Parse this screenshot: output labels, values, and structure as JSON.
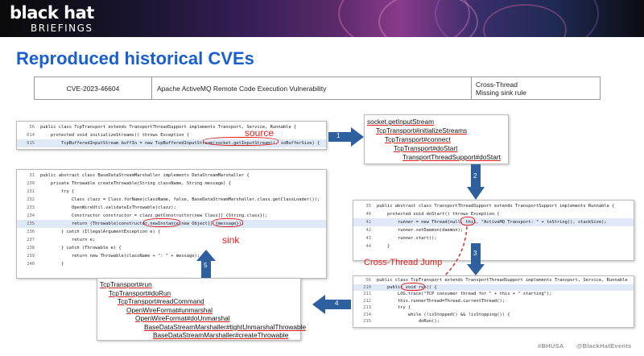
{
  "header": {
    "logo_line1": "black hat",
    "logo_line2": "BRIEFINGS"
  },
  "title": "Reproduced historical CVEs",
  "cve_table": {
    "id": "CVE-2023-46604",
    "description": "Apache ActiveMQ Remote Code Execution Vulnerability",
    "tag_line1": "Cross-Thread",
    "tag_line2": "Missing sink rule"
  },
  "labels": {
    "source": "source",
    "sink": "sink",
    "cross_thread": "Cross-Thread Jump"
  },
  "steps": [
    "1",
    "2",
    "3",
    "4",
    "5"
  ],
  "snippet1": {
    "lines": [
      {
        "n": "56",
        "t": "public class TcpTransport extends TransportThreadSupport implements Transport, Service, Runnable {"
      },
      {
        "n": "614",
        "t": "    protected void initializeStreams() throws Exception {"
      },
      {
        "n": "615",
        "t": "        TcpBufferedInputStream buffIn = new TcpBufferedInputStream(socket.getInputStream(), ioBufferSize) {"
      }
    ]
  },
  "snippet2": {
    "lines": [
      {
        "n": "31",
        "t": "public abstract class BaseDataStreamMarshaller implements DataStreamMarshaller {"
      },
      {
        "n": "230",
        "t": "    private Throwable createThrowable(String className, String message) {"
      },
      {
        "n": "231",
        "t": "        try {"
      },
      {
        "n": "232",
        "t": "            Class clazz = Class.forName(className, false, BaseDataStreamMarshaller.class.getClassLoader());"
      },
      {
        "n": "233",
        "t": "            OpenWireUtil.validateIsThrowable(clazz);"
      },
      {
        "n": "234",
        "t": "            Constructor constructor = clazz.getConstructor(new Class[] {String.class});"
      },
      {
        "n": "235",
        "t": "            return (Throwable)constructor.newInstance(new Object[] {message});"
      },
      {
        "n": "236",
        "t": "        } catch (IllegalArgumentException e) {"
      },
      {
        "n": "237",
        "t": "            return e;"
      },
      {
        "n": "238",
        "t": "        } catch (Throwable e) {"
      },
      {
        "n": "239",
        "t": "            return new Throwable(className + \": \" + message);"
      },
      {
        "n": "240",
        "t": "        }"
      }
    ]
  },
  "snippet3": {
    "lines": [
      {
        "n": "35",
        "t": "public abstract class TransportThreadSupport extends TransportSupport implements Runnable {"
      },
      {
        "n": "40",
        "t": "    protected void doStart() throws Exception {"
      },
      {
        "n": "41",
        "t": "        runner = new Thread(null, this, \"ActiveMQ Transport: \" + toString(), stackSize);"
      },
      {
        "n": "42",
        "t": "        runner.setDaemon(daemon);"
      },
      {
        "n": "43",
        "t": "        runner.start();"
      },
      {
        "n": "44",
        "t": "    }"
      }
    ]
  },
  "snippet4": {
    "lines": [
      {
        "n": "56",
        "t": "public class TcpTransport extends TransportThreadSupport implements Transport, Service, Runnable"
      },
      {
        "n": "210",
        "t": "    public void run() {"
      },
      {
        "n": "211",
        "t": "        LOG.trace(\"TCP consumer thread for \" + this + \" starting\");"
      },
      {
        "n": "212",
        "t": "        this.runnerThread=Thread.currentThread();"
      },
      {
        "n": "213",
        "t": "        try {"
      },
      {
        "n": "214",
        "t": "            while (!isStopped() && !isStopping()) {"
      },
      {
        "n": "215",
        "t": "                doRun();"
      }
    ]
  },
  "chain1": [
    "socket.getInputStream",
    "TcpTransport#initializeStreams",
    "TcpTransport#connect",
    "TcpTransport#doStart",
    "TransportThreadSupport#doStart"
  ],
  "chain2": [
    "TcpTransport#run",
    "TcpTransport#doRun",
    "TcpTransport#readCommand",
    "OpenWireFormat#unmarshal",
    "OpenWireFormat#doUnmarshal",
    "BaseDataStreamMarshaller#tightUnmarshalThrowable",
    "BaseDataStreamMarshaller#createThrowable"
  ],
  "footer": {
    "hashtag": "#BHUSA",
    "handle": "@BlackHatEvents"
  },
  "colors": {
    "title": "#1a5fd0",
    "arrow": "#2e5f9e",
    "highlight": "#e0201e"
  }
}
